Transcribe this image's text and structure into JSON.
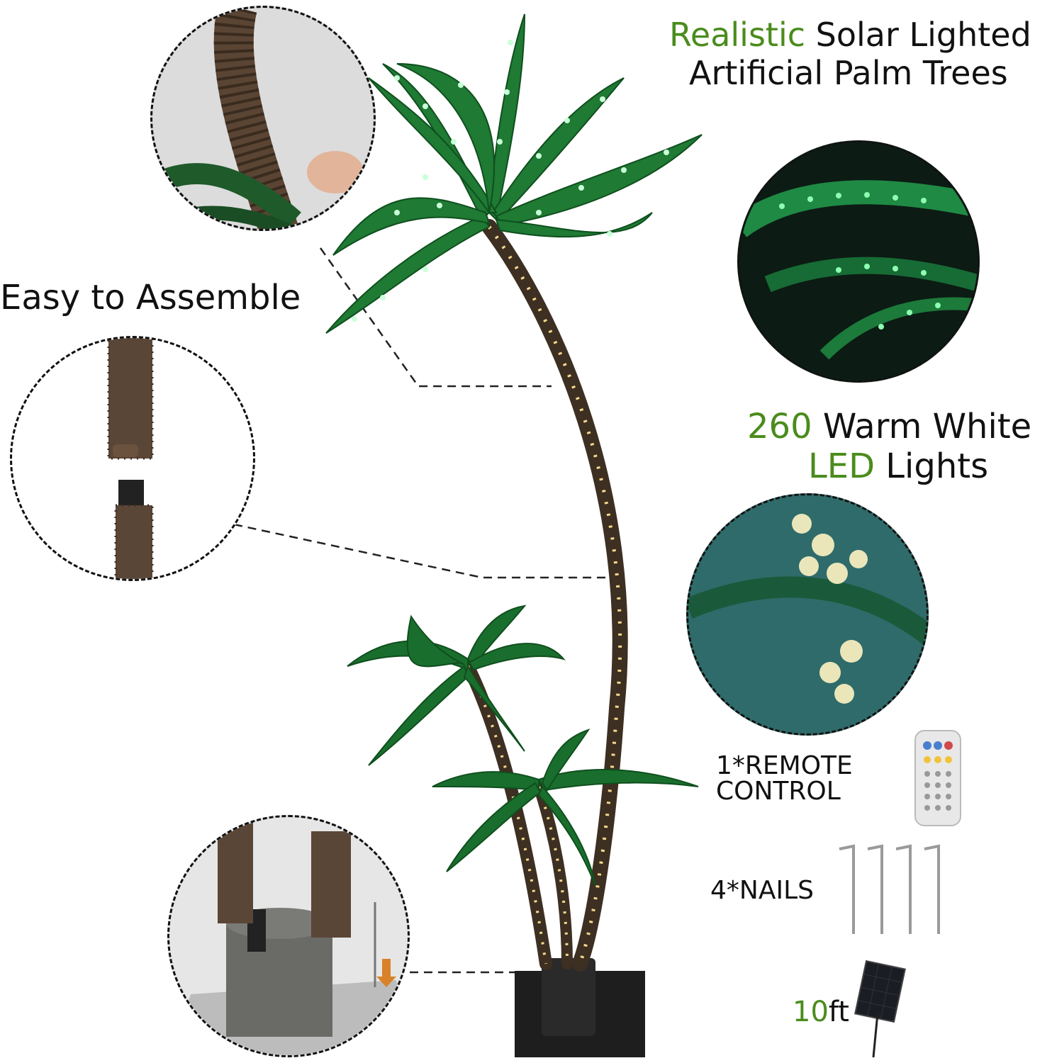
{
  "headline": {
    "line1_accent": "Realistic",
    "line1_rest": " Solar Lighted",
    "line2": "Artificial Palm Trees"
  },
  "features": {
    "assemble": "Easy to Assemble",
    "lights_count": "260",
    "lights_rest": " Warm White",
    "lights_accent": "LED",
    "lights_tail": " Lights"
  },
  "accessories": {
    "remote_line1": "1*REMOTE",
    "remote_line2": "CONTROL",
    "nails": "4*NAILS",
    "cable_length_num": "10",
    "cable_length_unit": "ft"
  },
  "colors": {
    "accent_green": "#4a8c1c",
    "text": "#111111",
    "leaf_green": "#1f7a33",
    "trunk_brown": "#4a3a2a"
  }
}
